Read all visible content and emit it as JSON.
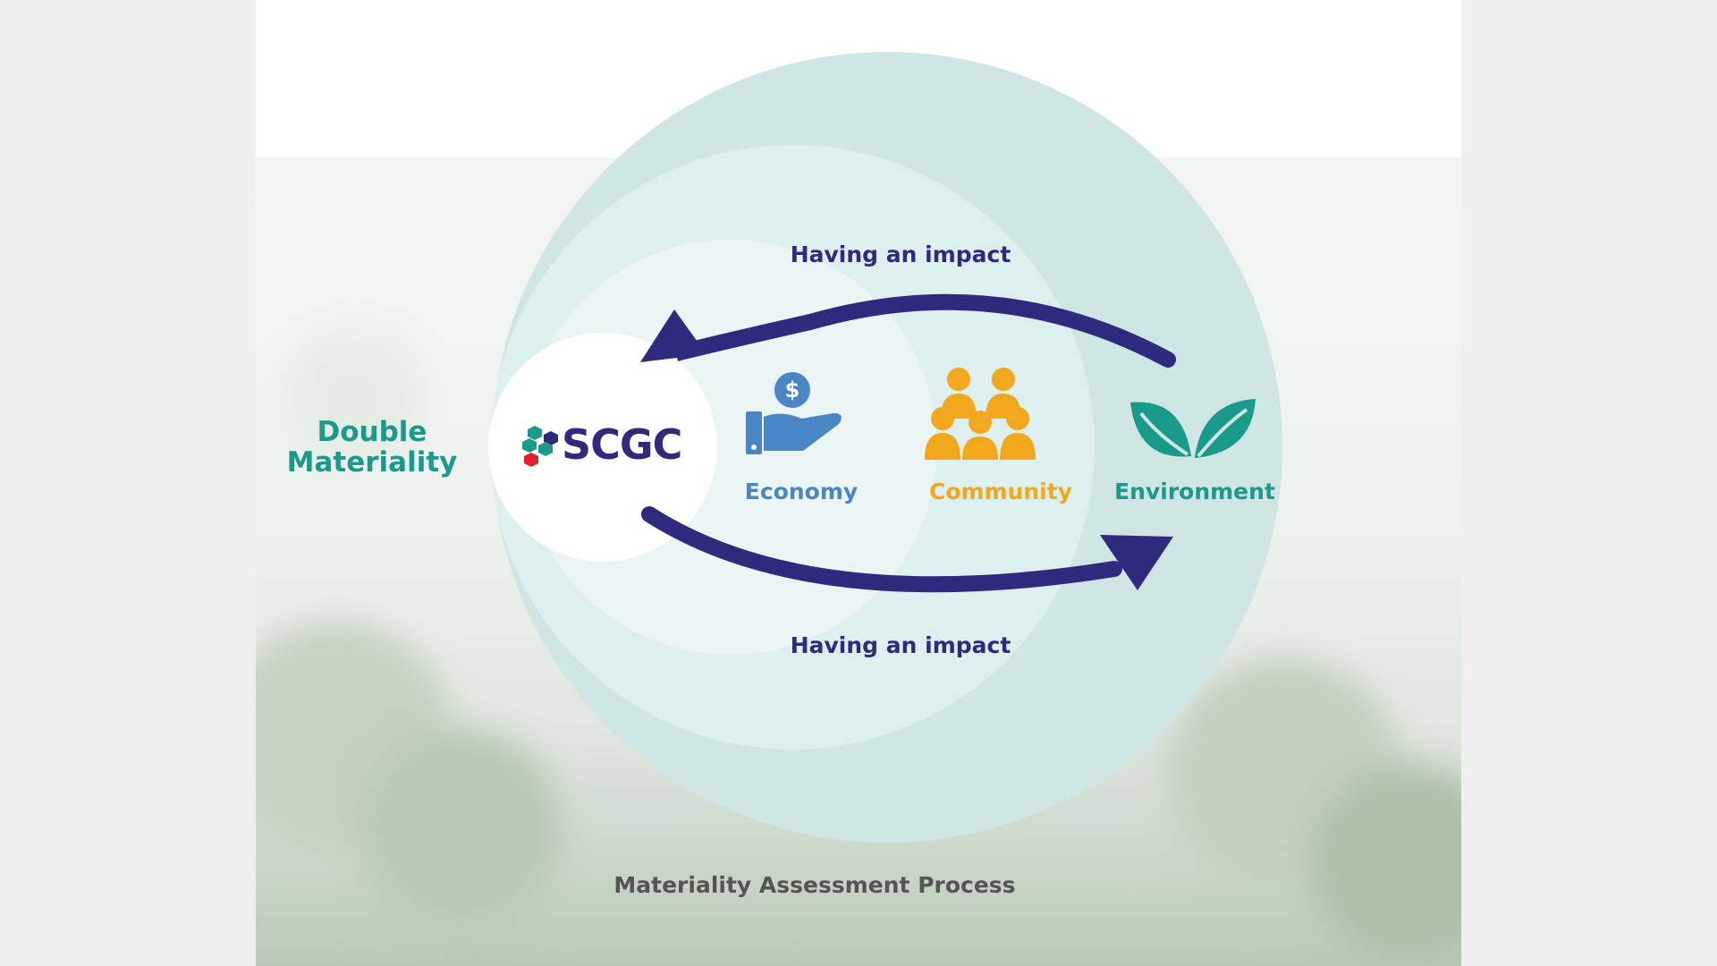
{
  "diagram": {
    "side_label": [
      "Double",
      "Materiality"
    ],
    "logo_text": "SCGC",
    "top_arrow_label": "Having an impact",
    "bottom_arrow_label": "Having an impact",
    "pillars": [
      {
        "label": "Economy",
        "icon": "hand-dollar-icon",
        "color": "#4a86c5"
      },
      {
        "label": "Community",
        "icon": "people-group-icon",
        "color": "#f2a81d"
      },
      {
        "label": "Environment",
        "icon": "leaves-icon",
        "color": "#1a9a8a"
      }
    ],
    "caption": "Materiality Assessment Process",
    "colors": {
      "arrow": "#2e2a7e",
      "outer_circle": "#cfe6e5",
      "accent_green": "#1a9a8a",
      "logo_red": "#e31e2d"
    }
  }
}
